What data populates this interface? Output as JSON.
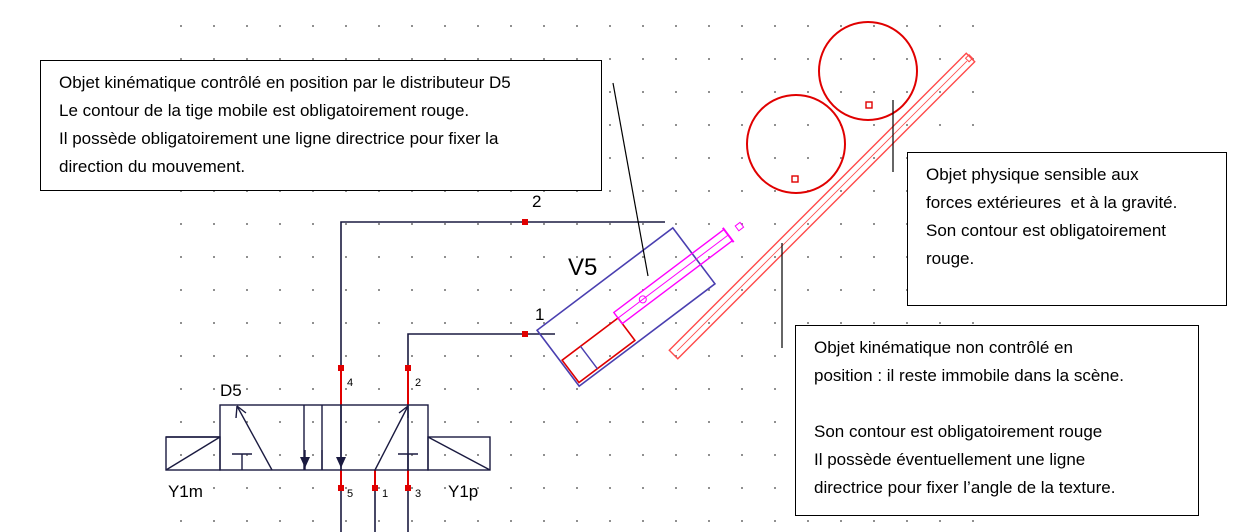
{
  "labels": {
    "valve": "D5",
    "cylinder": "V5",
    "port_2": "2",
    "port_1": "1",
    "solenoid_left": "Y1m",
    "solenoid_right": "Y1p",
    "valve_port_4": "4",
    "valve_port_2": "2",
    "valve_port_5": "5",
    "valve_port_1": "1",
    "valve_port_3": "3"
  },
  "callouts": {
    "controlled": {
      "lines": [
        "Objet kinématique contrôlé en position par le distributeur D5",
        "Le contour de la tige mobile est obligatoirement rouge.",
        "Il possède obligatoirement une ligne directrice pour fixer la",
        "direction du mouvement."
      ]
    },
    "physical": {
      "lines": [
        "Objet physique sensible aux",
        "forces extérieures  et à la gravité.",
        "Son contour est obligatoirement",
        "rouge."
      ]
    },
    "uncontrolled": {
      "lines": [
        "Objet kinématique non contrôlé en",
        "position : il reste immobile dans la scène.",
        "Son contour est obligatoirement rouge",
        "Il possède éventuellement une ligne",
        "directrice pour fixer l’angle de la texture."
      ]
    }
  },
  "colors": {
    "circuit_line": "#1a1a40",
    "port_marker": "#e00000",
    "cylinder_body": "#4a3fb0",
    "rod": "#ff00ff",
    "physical_object": "#e00000",
    "ramp": "#ff4a4a",
    "grid_dot": "#909090"
  }
}
